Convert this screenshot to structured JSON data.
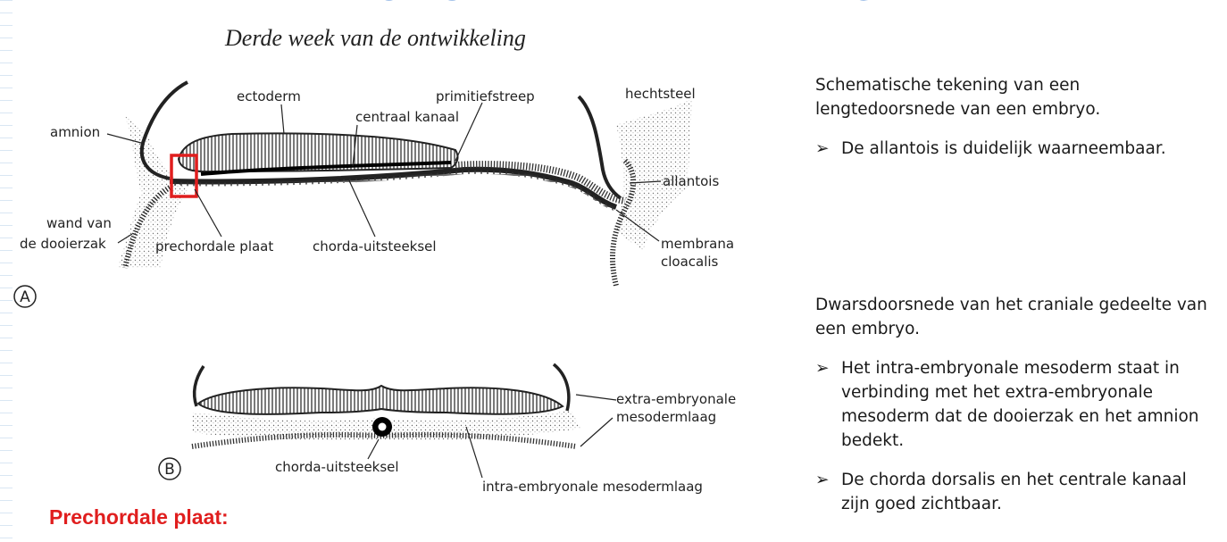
{
  "slide_title": "PRECHORDALE PLAAT: DAG 17",
  "figure_title": "Derde week van de ontwikkeling",
  "panel_a": {
    "letter": "A",
    "labels": {
      "ectoderm": "ectoderm",
      "primitiefstreep": "primitiefstreep",
      "hechtsteel": "hechtsteel",
      "amnion": "amnion",
      "centraal_kanaal": "centraal kanaal",
      "allantois": "allantois",
      "wand_van": "wand van",
      "de_dooierzak": "de dooierzak",
      "prechordale_plaat": "prechordale plaat",
      "chorda_uitsteeksel": "chorda-uitsteeksel",
      "membrana": "membrana",
      "cloacalis": "cloacalis"
    }
  },
  "panel_b": {
    "letter": "B",
    "labels": {
      "extra_embryonale": "extra-embryonale",
      "mesodermlaag": "mesodermlaag",
      "chorda_uitsteeksel": "chorda-uitsteeksel",
      "intra_embryonale": "intra-embryonale mesodermlaag"
    }
  },
  "highlight_color": "#e01e1e",
  "right_column": {
    "block1": {
      "intro": "Schematische tekening van een lengtedoorsnede van een embryo.",
      "bullets": [
        "De allantois is duidelijk waarneembaar."
      ]
    },
    "block2": {
      "intro": "Dwarsdoorsnede van het craniale gedeelte van een embryo.",
      "bullets": [
        "Het intra-embryonale mesoderm staat in verbinding met het extra-embryonale mesoderm dat de dooierzak en het amnion bedekt.",
        "De chorda dorsalis en het centrale kanaal zijn goed zichtbaar."
      ]
    },
    "bullet_glyph": "➢"
  },
  "bottom_heading": "Prechordale plaat:"
}
